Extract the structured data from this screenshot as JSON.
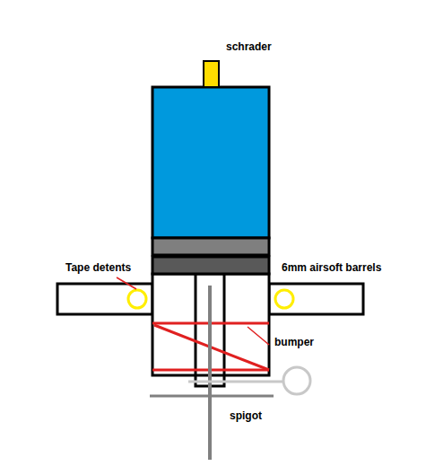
{
  "diagram": {
    "labels": [
      "schrader",
      "Tape detents",
      "6mm airsoft barrels",
      "bumper",
      "spigot"
    ]
  }
}
